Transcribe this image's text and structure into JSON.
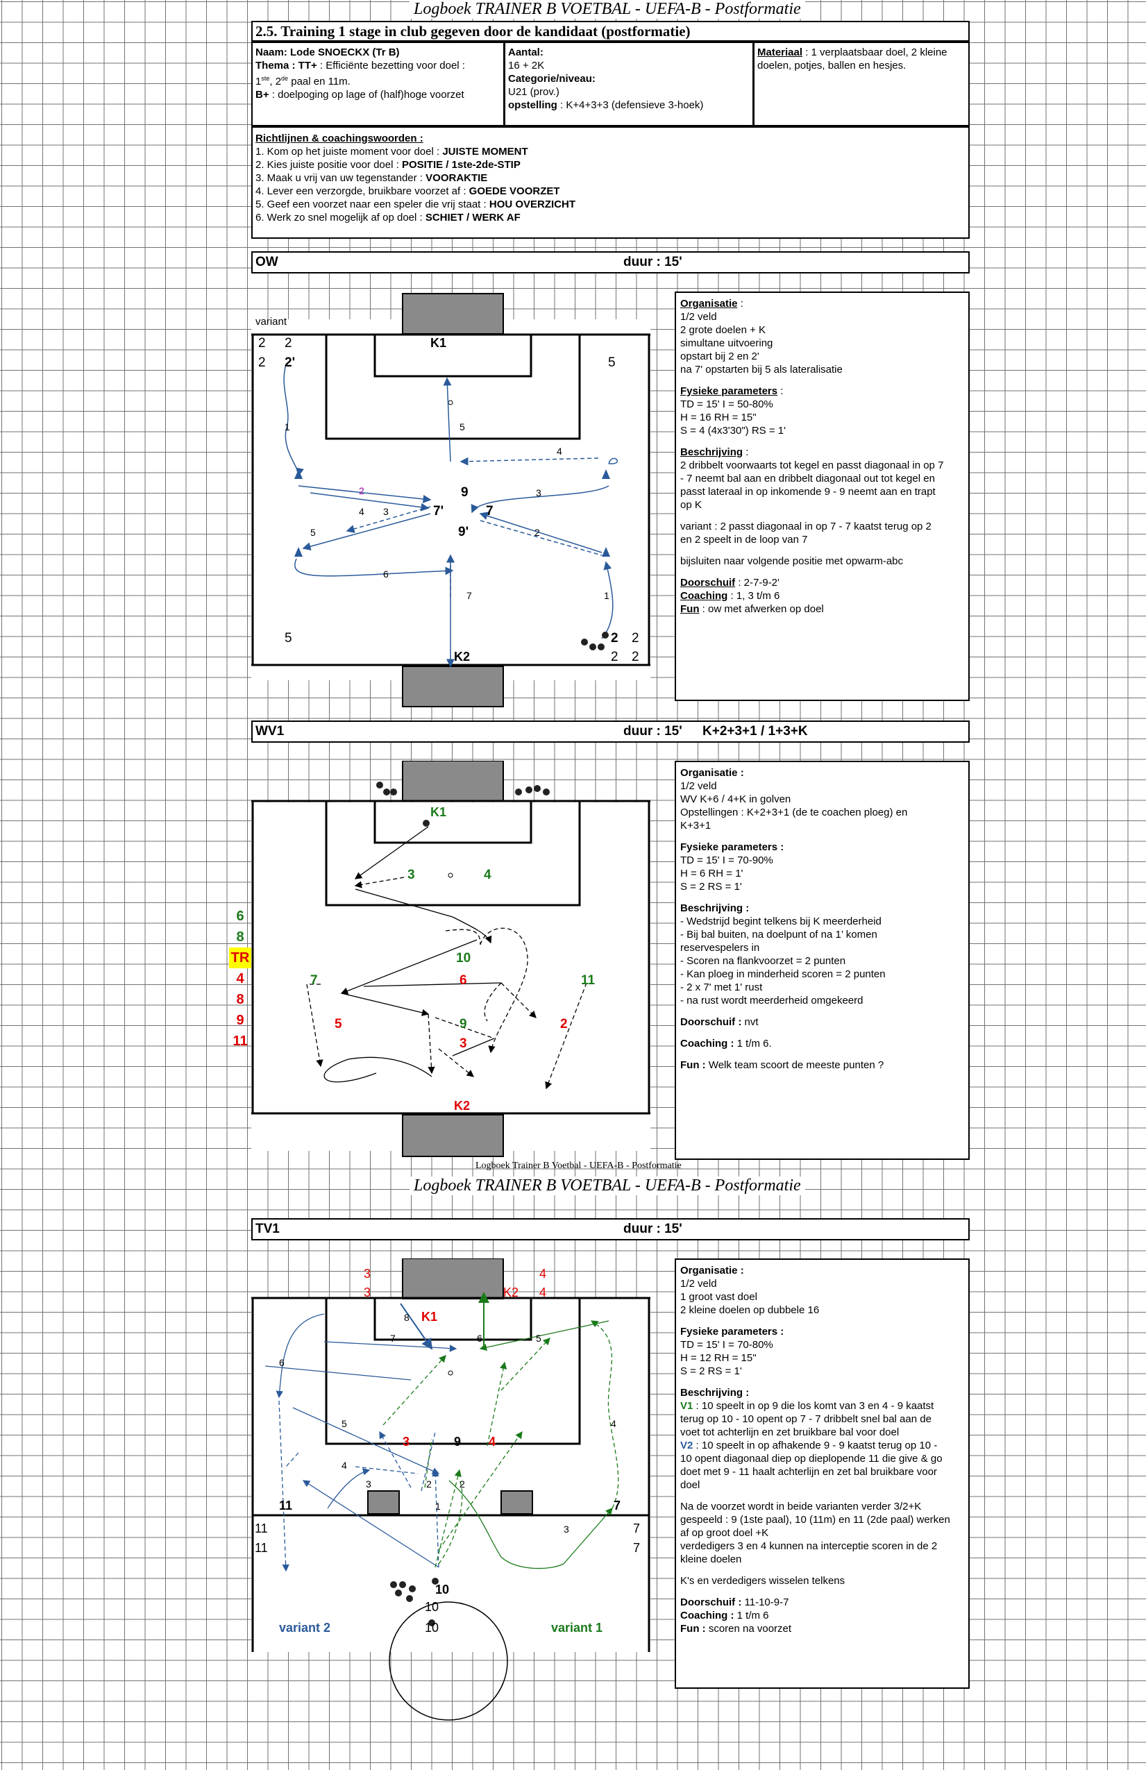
{
  "header": {
    "title_top": "Logboek TRAINER B VOETBAL - UEFA-B - Postformatie",
    "section_title": "2.5. Training 1 stage in club gegeven door de kandidaat (postformatie)",
    "footer_small": "Logboek Trainer B Voetbal - UEFA-B - Postformatie",
    "title_second": "Logboek TRAINER B VOETBAL - UEFA-B - Postformatie"
  },
  "info": {
    "naam_label": "Naam: Lode SNOECKX (Tr B)",
    "thema_label": "Thema : TT+",
    "thema_text": " : Efficiënte bezetting voor doel :",
    "thema_line2_a": "1",
    "thema_line2_sup": "ste",
    "thema_line2_b": ", 2",
    "thema_line2_sup2": "de",
    "thema_line2_c": " paal en 11m.",
    "bplus_label": "B+",
    "bplus_text": " : doelpoging op lage of (half)hoge voorzet",
    "aantal_label": "Aantal:",
    "aantal_value": "16 + 2K",
    "categorie_label": "Categorie/niveau:",
    "categorie_value": "U21 (prov.)",
    "opstelling_label": "opstelling",
    "opstelling_value": " : K+4+3+3 (defensieve 3-hoek)",
    "materiaal_label": "Materiaal",
    "materiaal_value": " : 1 verplaatsbaar doel, 2 kleine doelen, potjes, ballen en hesjes."
  },
  "richtlijnen": {
    "title": "Richtlijnen & coachingswoorden :",
    "items": [
      {
        "text": "1. Kom op het juiste moment voor doel : ",
        "key": "JUISTE MOMENT"
      },
      {
        "text": "2. Kies juiste positie voor doel : ",
        "key": "POSITIE / 1ste-2de-STIP"
      },
      {
        "text": "3. Maak u vrij van uw tegenstander : ",
        "key": "VOORAKTIE"
      },
      {
        "text": "4. Lever een verzorgde, bruikbare voorzet af : ",
        "key": "GOEDE VOORZET"
      },
      {
        "text": "5. Geef een voorzet naar een speler die vrij staat : ",
        "key": "HOU OVERZICHT"
      },
      {
        "text": "6. Werk zo snel mogelijk af op doel :  ",
        "key": "SCHIET / WERK AF"
      }
    ]
  },
  "ow": {
    "name": "OW",
    "duur": "duur : 15'",
    "variant": "variant",
    "labels": [
      "2",
      "2",
      "2",
      "2'",
      "K1",
      "5",
      "1",
      "5",
      "4",
      "2",
      "9",
      "3",
      "4",
      "3",
      "7'",
      "7",
      "5",
      "9'",
      "2",
      "6",
      "7",
      "1",
      "5",
      "2",
      "2",
      "K2",
      "2",
      "2"
    ],
    "panel": [
      {
        "t": "Organisatie",
        "u": true,
        "tail": " :"
      },
      {
        "t": "1/2 veld"
      },
      {
        "t": "2 grote doelen + K"
      },
      {
        "t": "simultane uitvoering"
      },
      {
        "t": "opstart bij 2 en 2'"
      },
      {
        "t": "na 7' opstarten bij 5 als lateralisatie"
      },
      {
        "t": ""
      },
      {
        "t": "Fysieke parameters",
        "u": true,
        "tail": " :"
      },
      {
        "t": "TD = 15'        I = 50-80%"
      },
      {
        "t": "H = 16          RH = 15\""
      },
      {
        "t": "S = 4 (4x3'30\")  RS = 1'"
      },
      {
        "t": ""
      },
      {
        "t": "Beschrijving",
        "u": true,
        "tail": " :"
      },
      {
        "t": "2 dribbelt voorwaarts tot kegel en passt diagonaal in op 7"
      },
      {
        "t": "- 7 neemt bal aan en dribbelt diagonaal out tot kegel en"
      },
      {
        "t": "passt lateraal in op inkomende 9 - 9 neemt aan en trapt"
      },
      {
        "t": "op K"
      },
      {
        "t": ""
      },
      {
        "t": "variant : 2 passt diagonaal in op 7 - 7 kaatst terug op 2"
      },
      {
        "t": "en 2 speelt in de loop van 7"
      },
      {
        "t": ""
      },
      {
        "t": "bijsluiten naar volgende positie met opwarm-abc"
      },
      {
        "t": ""
      },
      {
        "t": "Doorschuif",
        "u": true,
        "tail": " : 2-7-9-2'"
      },
      {
        "t": "Coaching",
        "u": true,
        "tail": " : 1, 3 t/m 6"
      },
      {
        "t": "Fun",
        "u": true,
        "tail": " : ow met afwerken op doel"
      }
    ]
  },
  "wv1": {
    "name": "WV1",
    "duur": "duur : 15'",
    "format": "K+2+3+1 / 1+3+K",
    "list": [
      "6",
      "8",
      "TR",
      "4",
      "8",
      "9",
      "11"
    ],
    "labels": [
      "K1",
      "3",
      "4",
      "10",
      "7",
      "6",
      "11",
      "5",
      "9",
      "2",
      "3",
      "K2"
    ],
    "panel": [
      {
        "t": "Organisatie :",
        "b": true
      },
      {
        "t": "1/2 veld"
      },
      {
        "t": "WV K+6 / 4+K in golven"
      },
      {
        "t": "Opstellingen :  K+2+3+1 (de te coachen ploeg) en"
      },
      {
        "t": "K+3+1"
      },
      {
        "t": ""
      },
      {
        "t": "Fysieke parameters  :",
        "b": true
      },
      {
        "t": "TD = 15'        I = 70-90%"
      },
      {
        "t": "H = 6            RH = 1'"
      },
      {
        "t": "S = 2            RS = 1'"
      },
      {
        "t": ""
      },
      {
        "t": "Beschrijving :",
        "b": true
      },
      {
        "t": "- Wedstrijd begint telkens bij K meerderheid"
      },
      {
        "t": "- Bij bal buiten, na doelpunt of na 1’ komen"
      },
      {
        "t": "reservespelers in"
      },
      {
        "t": "- Scoren na flankvoorzet = 2 punten"
      },
      {
        "t": "- Kan ploeg in minderheid scoren = 2 punten"
      },
      {
        "t": "- 2 x 7' met 1' rust"
      },
      {
        "t": "- na rust wordt meerderheid omgekeerd"
      },
      {
        "t": ""
      },
      {
        "t": "Doorschuif :",
        "b": true,
        "tail": " nvt"
      },
      {
        "t": ""
      },
      {
        "t": "Coaching :",
        "b": true,
        "tail": " 1 t/m 6."
      },
      {
        "t": ""
      },
      {
        "t": "Fun :",
        "b": true,
        "tail": " Welk team scoort de meeste punten ?"
      }
    ]
  },
  "tv1": {
    "name": "TV1",
    "duur": "duur : 15'",
    "labels": [
      "3",
      "4",
      "3",
      "K2",
      "4",
      "8",
      "K1",
      "7",
      "6",
      "5",
      "6",
      "5",
      "4",
      "3",
      "9",
      "4",
      "4",
      "3",
      "2",
      "2",
      "11",
      "1",
      "7",
      "11",
      "3",
      "7",
      "11",
      "7",
      "10",
      "10",
      "10",
      "variant 2",
      "variant 1"
    ],
    "panel": [
      {
        "t": "Organisatie :",
        "b": true
      },
      {
        "t": "1/2 veld"
      },
      {
        "t": "1 groot vast doel"
      },
      {
        "t": "2 kleine doelen op dubbele 16"
      },
      {
        "t": ""
      },
      {
        "t": "Fysieke parameters :",
        "b": true
      },
      {
        "t": "TD =  15'       I = 70-80%"
      },
      {
        "t": "H = 12          RH = 15\""
      },
      {
        "t": "S = 2            RS = 1'"
      },
      {
        "t": ""
      },
      {
        "t": "Beschrijving :",
        "b": true
      },
      {
        "t": "V1",
        "b": true,
        "green": true,
        "tail": " : 10 speelt in op 9 die los komt van 3 en 4 - 9 kaatst"
      },
      {
        "t": "terug op 10 - 10 opent op 7 - 7 dribbelt snel bal aan de"
      },
      {
        "t": "voet tot achterlijn en zet bruikbare bal voor doel"
      },
      {
        "t": "V2",
        "b": true,
        "blue": true,
        "tail": " : 10 speelt in op afhakende 9 - 9 kaatst terug op 10 -"
      },
      {
        "t": "10 opent diagonaal diep op dieplopende 11 die give & go"
      },
      {
        "t": "doet met 9 - 11 haalt achterlijn en zet bal bruikbare voor"
      },
      {
        "t": "doel"
      },
      {
        "t": ""
      },
      {
        "t": "Na de voorzet wordt  in beide varianten verder 3/2+K"
      },
      {
        "t": "gespeeld : 9 (1ste paal), 10 (11m) en 11 (2de paal) werken"
      },
      {
        "t": "af op groot doel +K"
      },
      {
        "t": "verdedigers 3 en 4 kunnen na interceptie scoren  in de 2"
      },
      {
        "t": "kleine doelen"
      },
      {
        "t": ""
      },
      {
        "t": "K's en verdedigers wisselen telkens"
      },
      {
        "t": ""
      },
      {
        "t": "Doorschuif :",
        "b": true,
        "tail": " 11-10-9-7"
      },
      {
        "t": "Coaching :",
        "b": true,
        "tail": " 1 t/m 6"
      },
      {
        "t": "Fun :",
        "b": true,
        "tail": "  scoren na voorzet"
      }
    ]
  },
  "colors": {
    "red": "#e00000",
    "green": "#1a7a1a",
    "blue": "#2a5a9a",
    "gray": "#8a8a8a",
    "highlight": "#ffff00"
  }
}
